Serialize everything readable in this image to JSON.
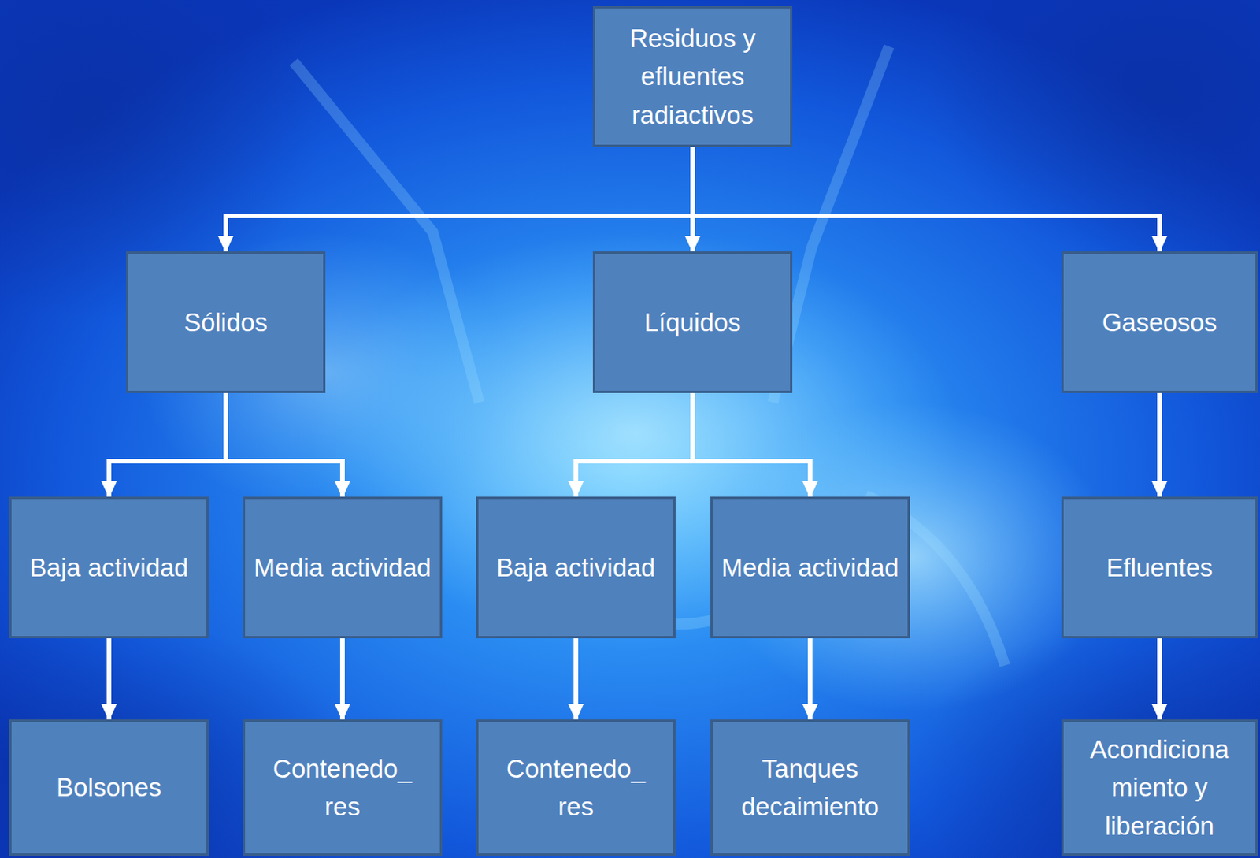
{
  "diagram": {
    "nodes": [
      {
        "text": [
          "Residuos y efluentes radiactivos"
        ]
      },
      {
        "text": [
          "Sólidos"
        ]
      },
      {
        "text": [
          "Líquidos"
        ]
      },
      {
        "text": [
          "Gaseosos"
        ]
      },
      {
        "text": [
          "Baja actividad"
        ]
      },
      {
        "text": [
          "Media actividad"
        ]
      },
      {
        "text": [
          "Baja actividad"
        ]
      },
      {
        "text": [
          "Media actividad"
        ]
      },
      {
        "text": [
          "Efluentes"
        ]
      },
      {
        "text": [
          "Bolsones"
        ]
      },
      {
        "text": [
          "Contenedo_ res"
        ]
      },
      {
        "text": [
          "Contenedo_ res"
        ]
      },
      {
        "text": [
          "Tanques decaimiento"
        ]
      },
      {
        "text": [
          "Acondiciona miento y liberación"
        ]
      }
    ],
    "edges": [
      {
        "from": 0,
        "to": 1,
        "arrow": "to"
      },
      {
        "from": 0,
        "to": 2,
        "arrow": "to"
      },
      {
        "from": 0,
        "to": 3,
        "arrow": "to"
      },
      {
        "from": 1,
        "to": 4,
        "arrow": "to"
      },
      {
        "from": 1,
        "to": 5,
        "arrow": "to"
      },
      {
        "from": 2,
        "to": 6,
        "arrow": "to"
      },
      {
        "from": 2,
        "to": 7,
        "arrow": "to"
      },
      {
        "from": 3,
        "to": 8,
        "arrow": "to"
      },
      {
        "from": 4,
        "to": 9,
        "arrow": "to"
      },
      {
        "from": 5,
        "to": 10,
        "arrow": "to"
      },
      {
        "from": 6,
        "to": 11,
        "arrow": "to"
      },
      {
        "from": 7,
        "to": 12,
        "arrow": "to"
      },
      {
        "from": 8,
        "to": 13,
        "arrow": "to"
      }
    ]
  }
}
